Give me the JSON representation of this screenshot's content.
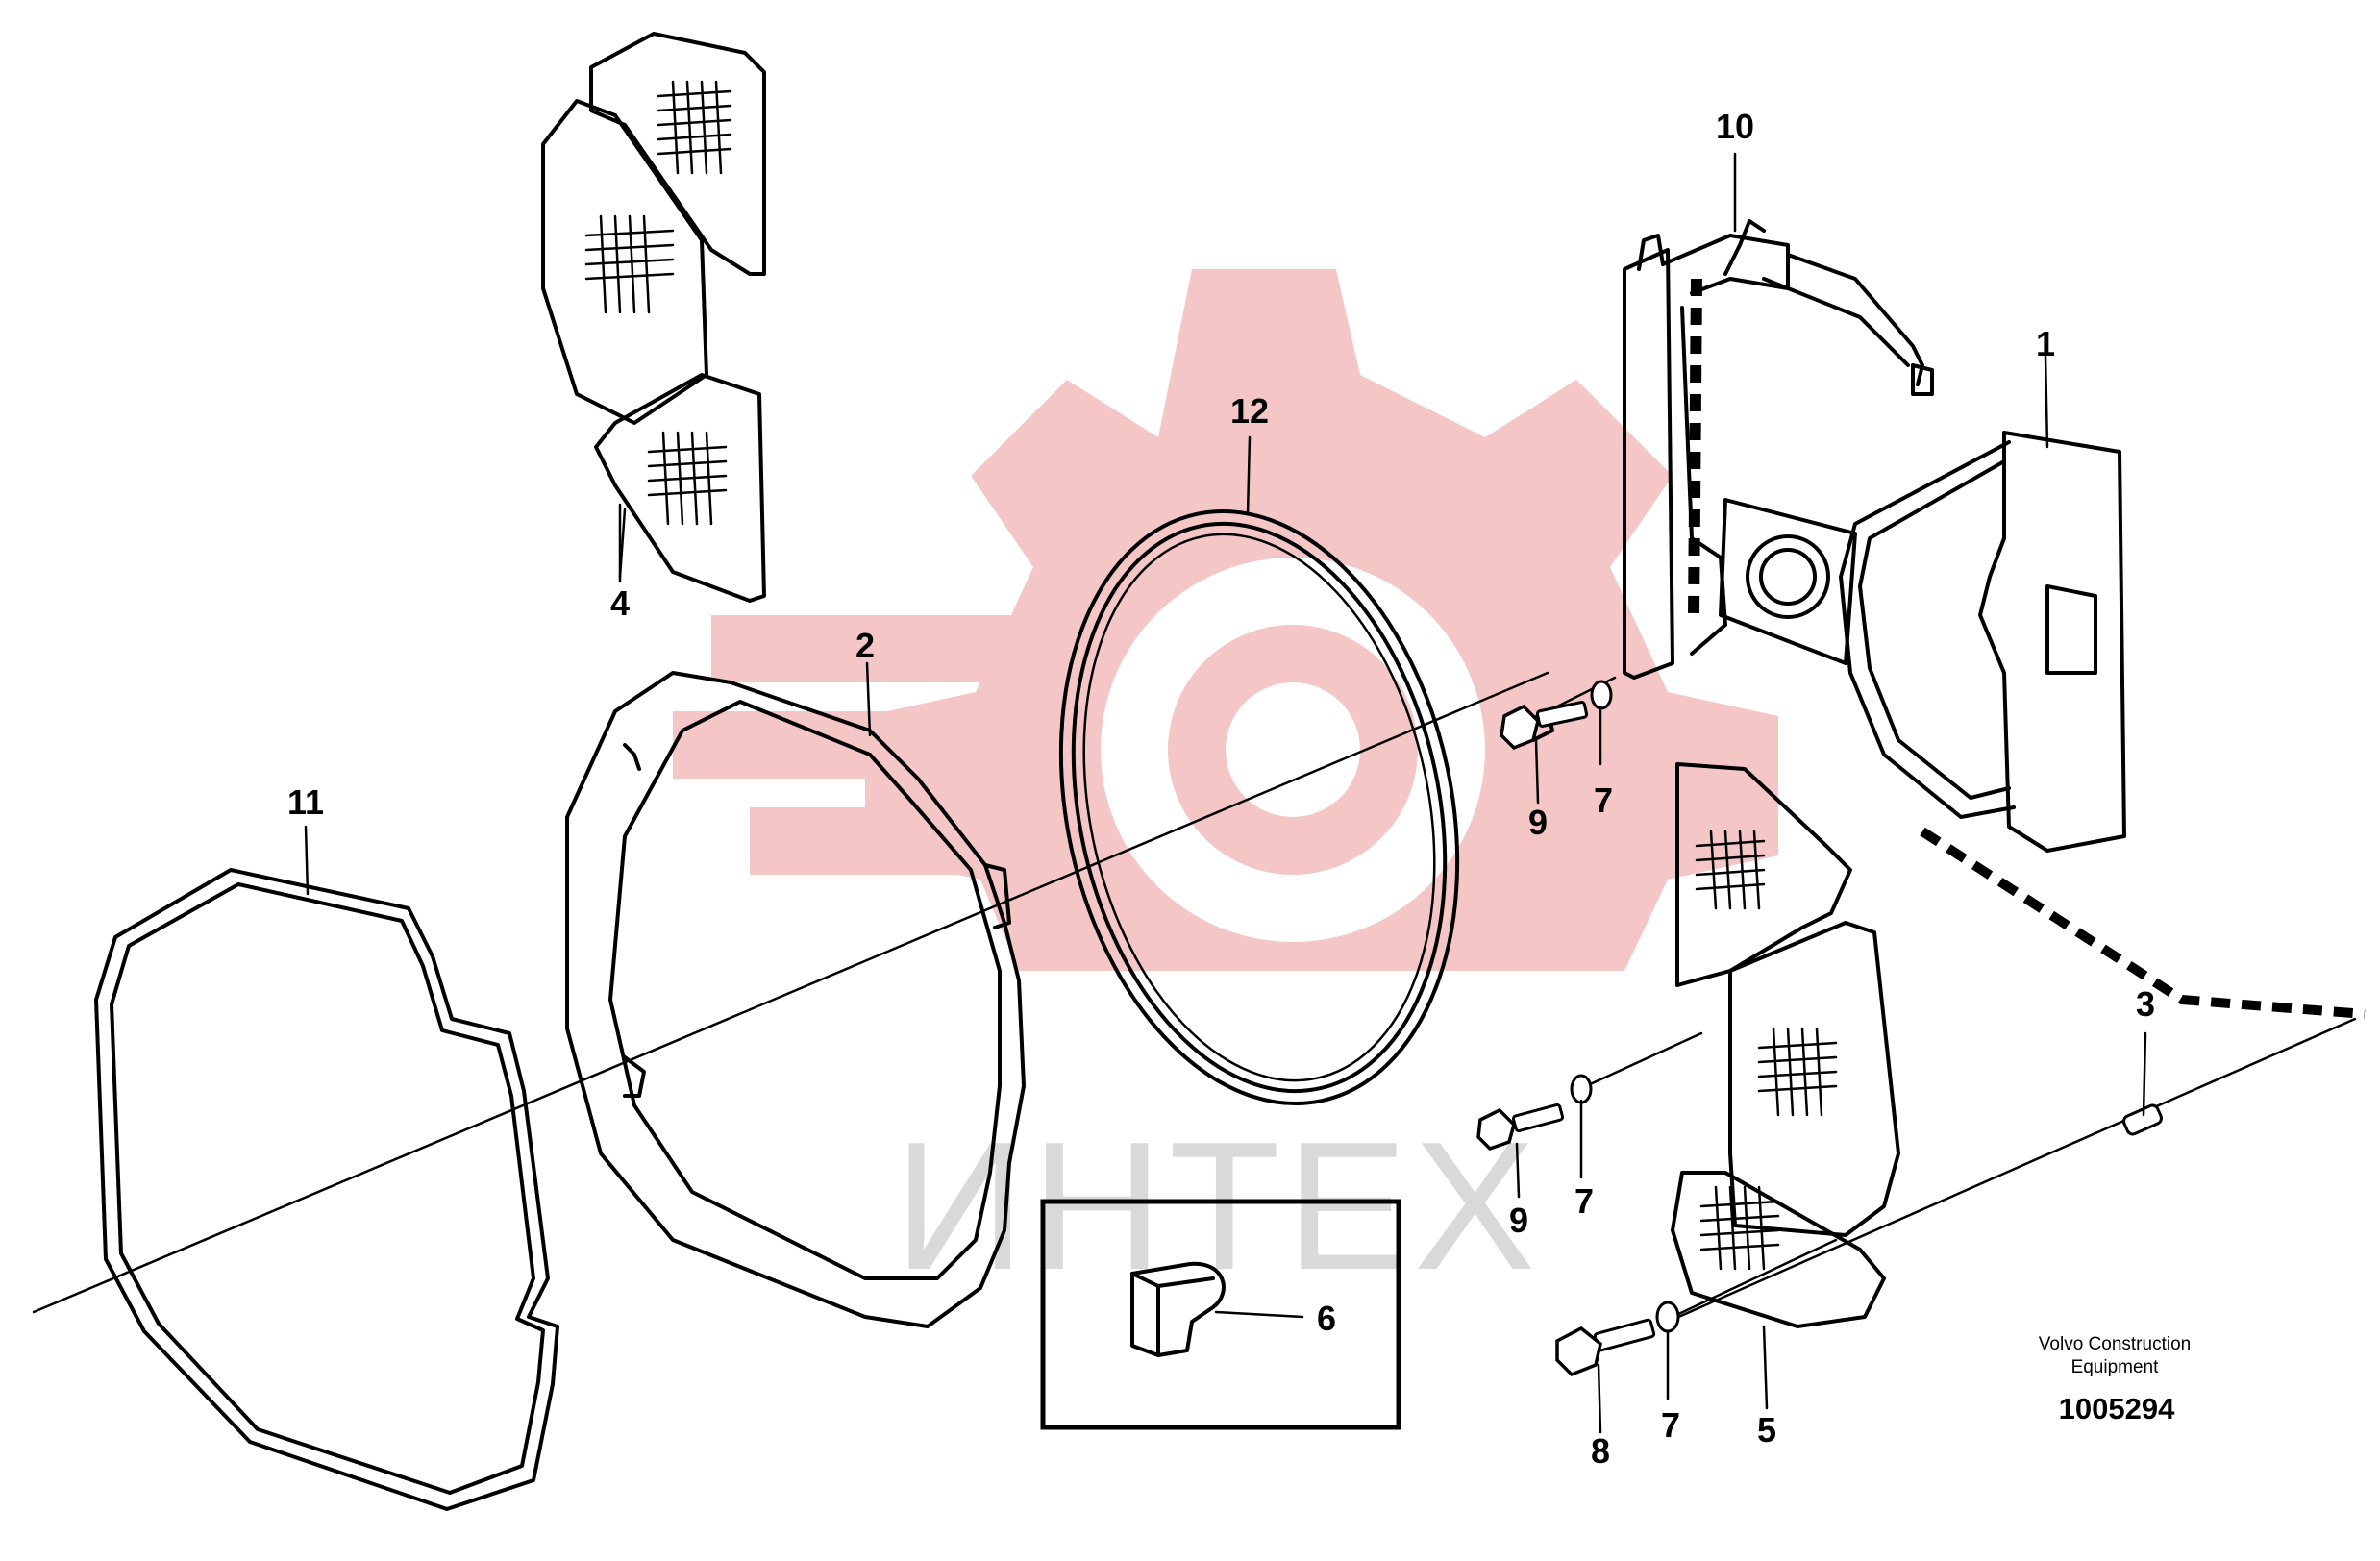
{
  "watermark": {
    "text": "ИНТЕХ",
    "color": "#f4c6c6"
  },
  "labels": [
    "1",
    "2",
    "3",
    "4",
    "5",
    "6",
    "7",
    "7",
    "7",
    "8",
    "9",
    "9",
    "10",
    "11",
    "12"
  ],
  "credit": {
    "line1": "Volvo Construction",
    "line2": "Equipment"
  },
  "doc_number": "1005294"
}
